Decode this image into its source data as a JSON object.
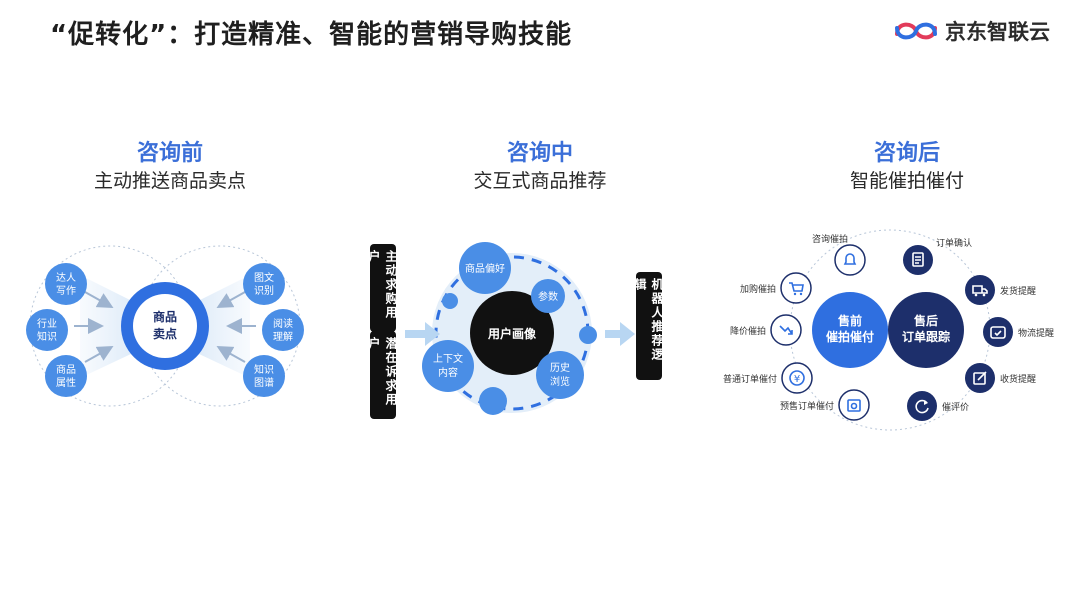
{
  "header": {
    "title": "“促转化”：打造精准、智能的营销导购技能",
    "logo_text": "京东智联云"
  },
  "sections": [
    {
      "heading": "咨询前",
      "subheading": "主动推送商品卖点",
      "center": "商品\n卖点",
      "left_nodes": [
        "达人\n写作",
        "行业\n知识",
        "商品\n属性"
      ],
      "right_nodes": [
        "图文\n识别",
        "阅读\n理解",
        "知识\n图谱"
      ]
    },
    {
      "heading": "咨询中",
      "subheading": "交互式商品推荐",
      "left_label_top": "主动求购用户",
      "left_label_bottom": "潜在诉求用户",
      "right_label": "机器人推荐逻辑",
      "center": "用户画像",
      "nodes": [
        "商品偏好",
        "参数",
        "上下文\n内容",
        "历史\n浏览"
      ]
    },
    {
      "heading": "咨询后",
      "subheading": "智能催拍催付",
      "center_left": "售前\n催拍催付",
      "center_right": "售后\n订单跟踪",
      "left_nodes": [
        "咨询催拍",
        "加购催拍",
        "降价催拍",
        "普通订单催付",
        "预售订单催付"
      ],
      "right_nodes": [
        "订单确认",
        "发货提醒",
        "物流提醒",
        "收货提醒",
        "催评价"
      ]
    }
  ],
  "colors": {
    "accent": "#3b6fd8",
    "node": "#4a8ee6",
    "dark": "#1d2f6b",
    "ring": "#d6e6f7"
  }
}
